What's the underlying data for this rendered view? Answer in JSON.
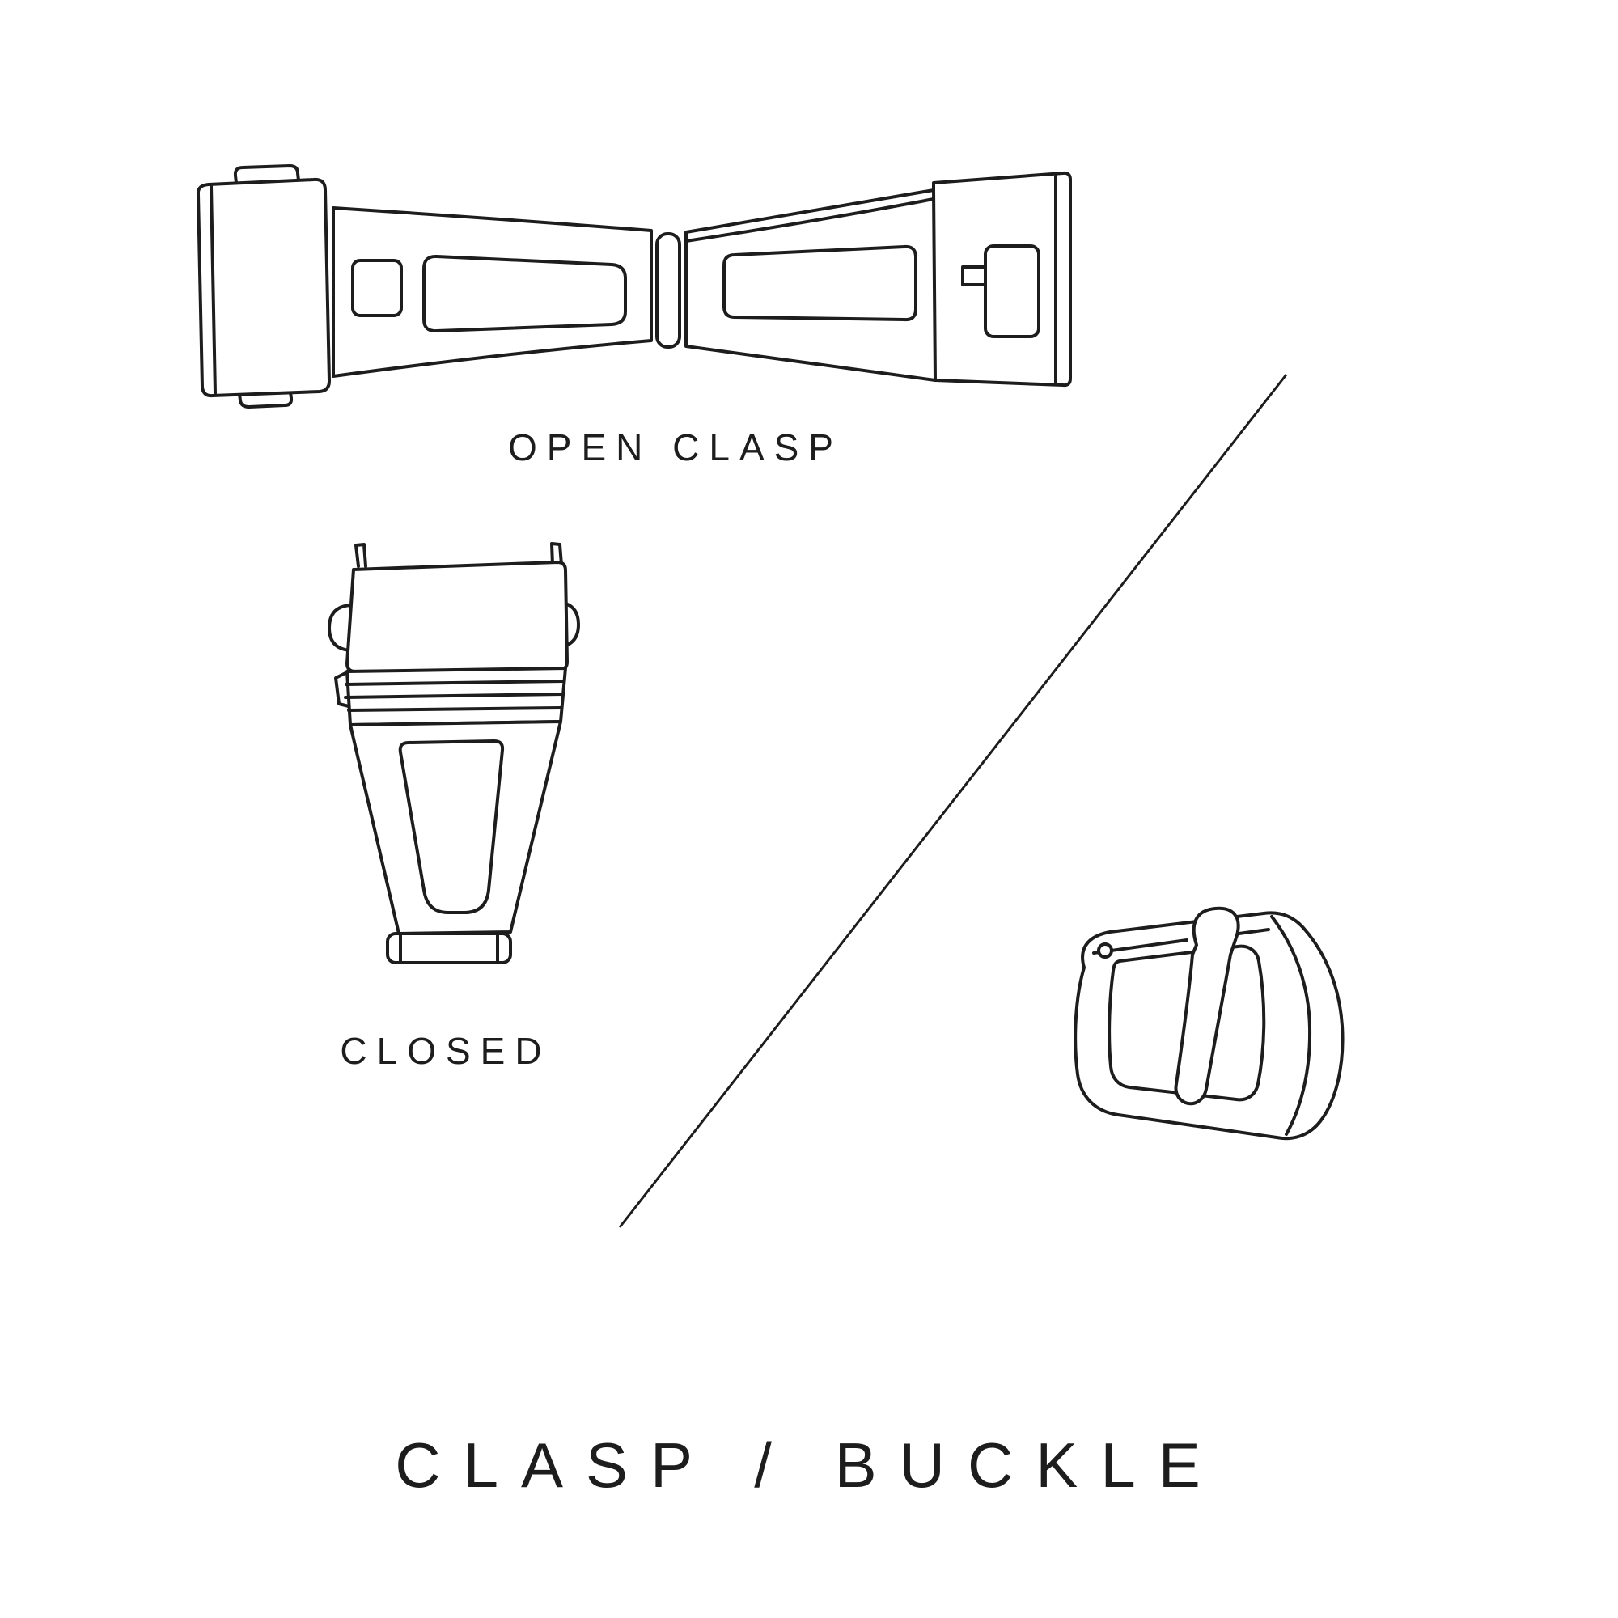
{
  "page": {
    "background_color": "#ffffff",
    "line_color": "#1d1d1d"
  },
  "labels": {
    "open_clasp": "OPEN CLASP",
    "closed": "CLOSED"
  },
  "title": "CLASP / BUCKLE",
  "illustrations": {
    "open_clasp": "open-clasp-line-drawing",
    "closed_clasp": "closed-clasp-line-drawing",
    "buckle": "tang-buckle-line-drawing",
    "divider": "diagonal-divider-line"
  }
}
